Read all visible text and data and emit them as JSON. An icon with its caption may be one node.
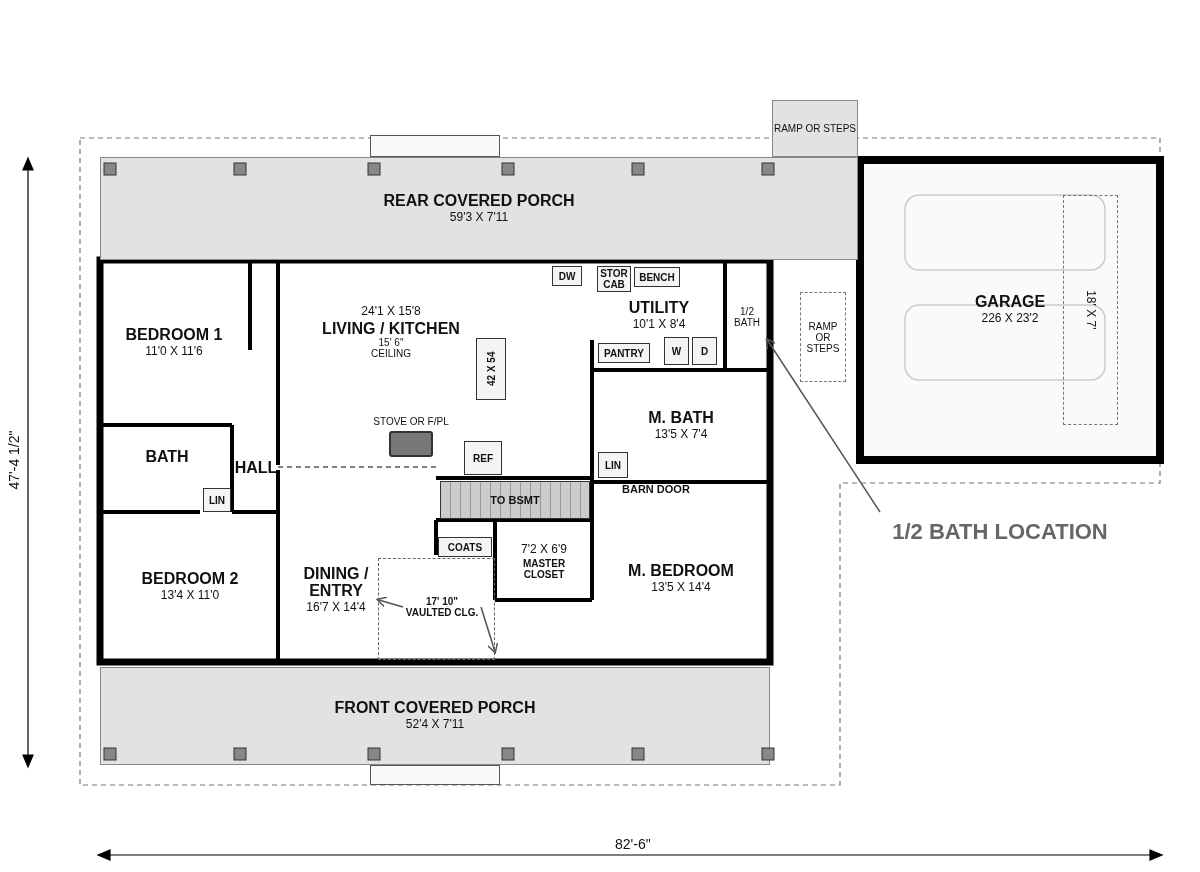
{
  "diagram": {
    "nodes": [
      {
        "text": [
          "REAR COVERED PORCH",
          "59'3 X 7'11"
        ]
      },
      {
        "text": [
          "RAMP OR STEPS"
        ]
      },
      {
        "text": [],
        "shape": "box"
      },
      {
        "text": [
          "BEDROOM 1",
          "11'0 X 11'6"
        ]
      },
      {
        "text": [
          "24'1 X 15'8",
          "LIVING / KITCHEN",
          "15' 6\" CEILING"
        ]
      },
      {
        "text": [
          "DW"
        ],
        "in": 4
      },
      {
        "text": [
          "42 X 54"
        ],
        "in": 4
      },
      {
        "text": [
          "STOVE OR F/PL"
        ],
        "in": 4
      },
      {
        "text": [
          "REF"
        ],
        "in": 4
      },
      {
        "text": [
          "UTILITY",
          "10'1 X 8'4"
        ]
      },
      {
        "text": [
          "STOR CAB"
        ],
        "in": 9
      },
      {
        "text": [
          "BENCH"
        ],
        "in": 9
      },
      {
        "text": [
          "PANTRY"
        ],
        "in": 9
      },
      {
        "text": [
          "W"
        ],
        "in": 9
      },
      {
        "text": [
          "D"
        ],
        "in": 9
      },
      {
        "text": [
          "1/2 BATH"
        ]
      },
      {
        "text": [
          "RAMP OR STEPS"
        ]
      },
      {
        "text": [
          "GARAGE",
          "226 X 23'2"
        ]
      },
      {
        "text": [
          "18' X 7'"
        ],
        "in": 17
      },
      {
        "text": [
          "BATH"
        ]
      },
      {
        "text": [
          "HALL"
        ]
      },
      {
        "text": [
          "M. BATH",
          "13'5 X 7'4"
        ]
      },
      {
        "text": [
          "LIN"
        ],
        "in": 21
      },
      {
        "text": [
          "LIN"
        ]
      },
      {
        "text": [
          "TO BSMT"
        ]
      },
      {
        "text": [
          "DINING / ENTRY",
          "16'7 X 14'4"
        ]
      },
      {
        "text": [
          "COATS"
        ]
      },
      {
        "text": [
          "7'2 X 6'9",
          "MASTER CLOSET"
        ]
      },
      {
        "text": [
          "M. BEDROOM",
          "13'5 X 14'4"
        ]
      },
      {
        "text": [
          "BEDROOM 2",
          "13'4 X 11'0"
        ]
      },
      {
        "text": [],
        "shape": "box"
      },
      {
        "text": [
          "17' 10\" VAULTED CLG."
        ],
        "in": 30
      },
      {
        "text": [
          "FRONT COVERED PORCH",
          "52'4 X 7'11"
        ]
      },
      {
        "text": [],
        "shape": "box"
      },
      {
        "text": [
          "1/2 BATH LOCATION"
        ]
      }
    ],
    "edges": [
      {
        "from": 31,
        "to": 30,
        "arrow": "to"
      },
      {
        "from": 31,
        "to": 30,
        "arrow": "to"
      },
      {
        "from": 34,
        "to": 15,
        "arrow": "to"
      }
    ],
    "labels": [
      "47'-4 1/2\"",
      "BARN DOOR",
      "82'-6\""
    ]
  }
}
